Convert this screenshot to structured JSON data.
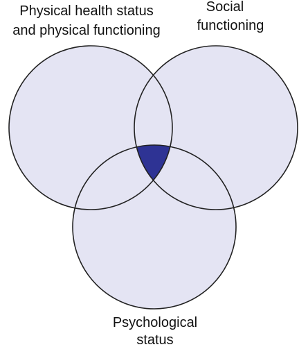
{
  "diagram": {
    "sets": [
      {
        "id": "physical",
        "label_lines": [
          "Physical health status",
          "and physical functioning"
        ]
      },
      {
        "id": "social",
        "label_lines": [
          "Social",
          "functioning"
        ]
      },
      {
        "id": "psychological",
        "label_lines": [
          "Psychological",
          "status"
        ]
      }
    ],
    "colors": {
      "circle_fill": "#e4e4f3",
      "circle_stroke": "#222222",
      "intersection_fill": "#2e3394",
      "text": "#111111",
      "background": "#ffffff"
    }
  }
}
